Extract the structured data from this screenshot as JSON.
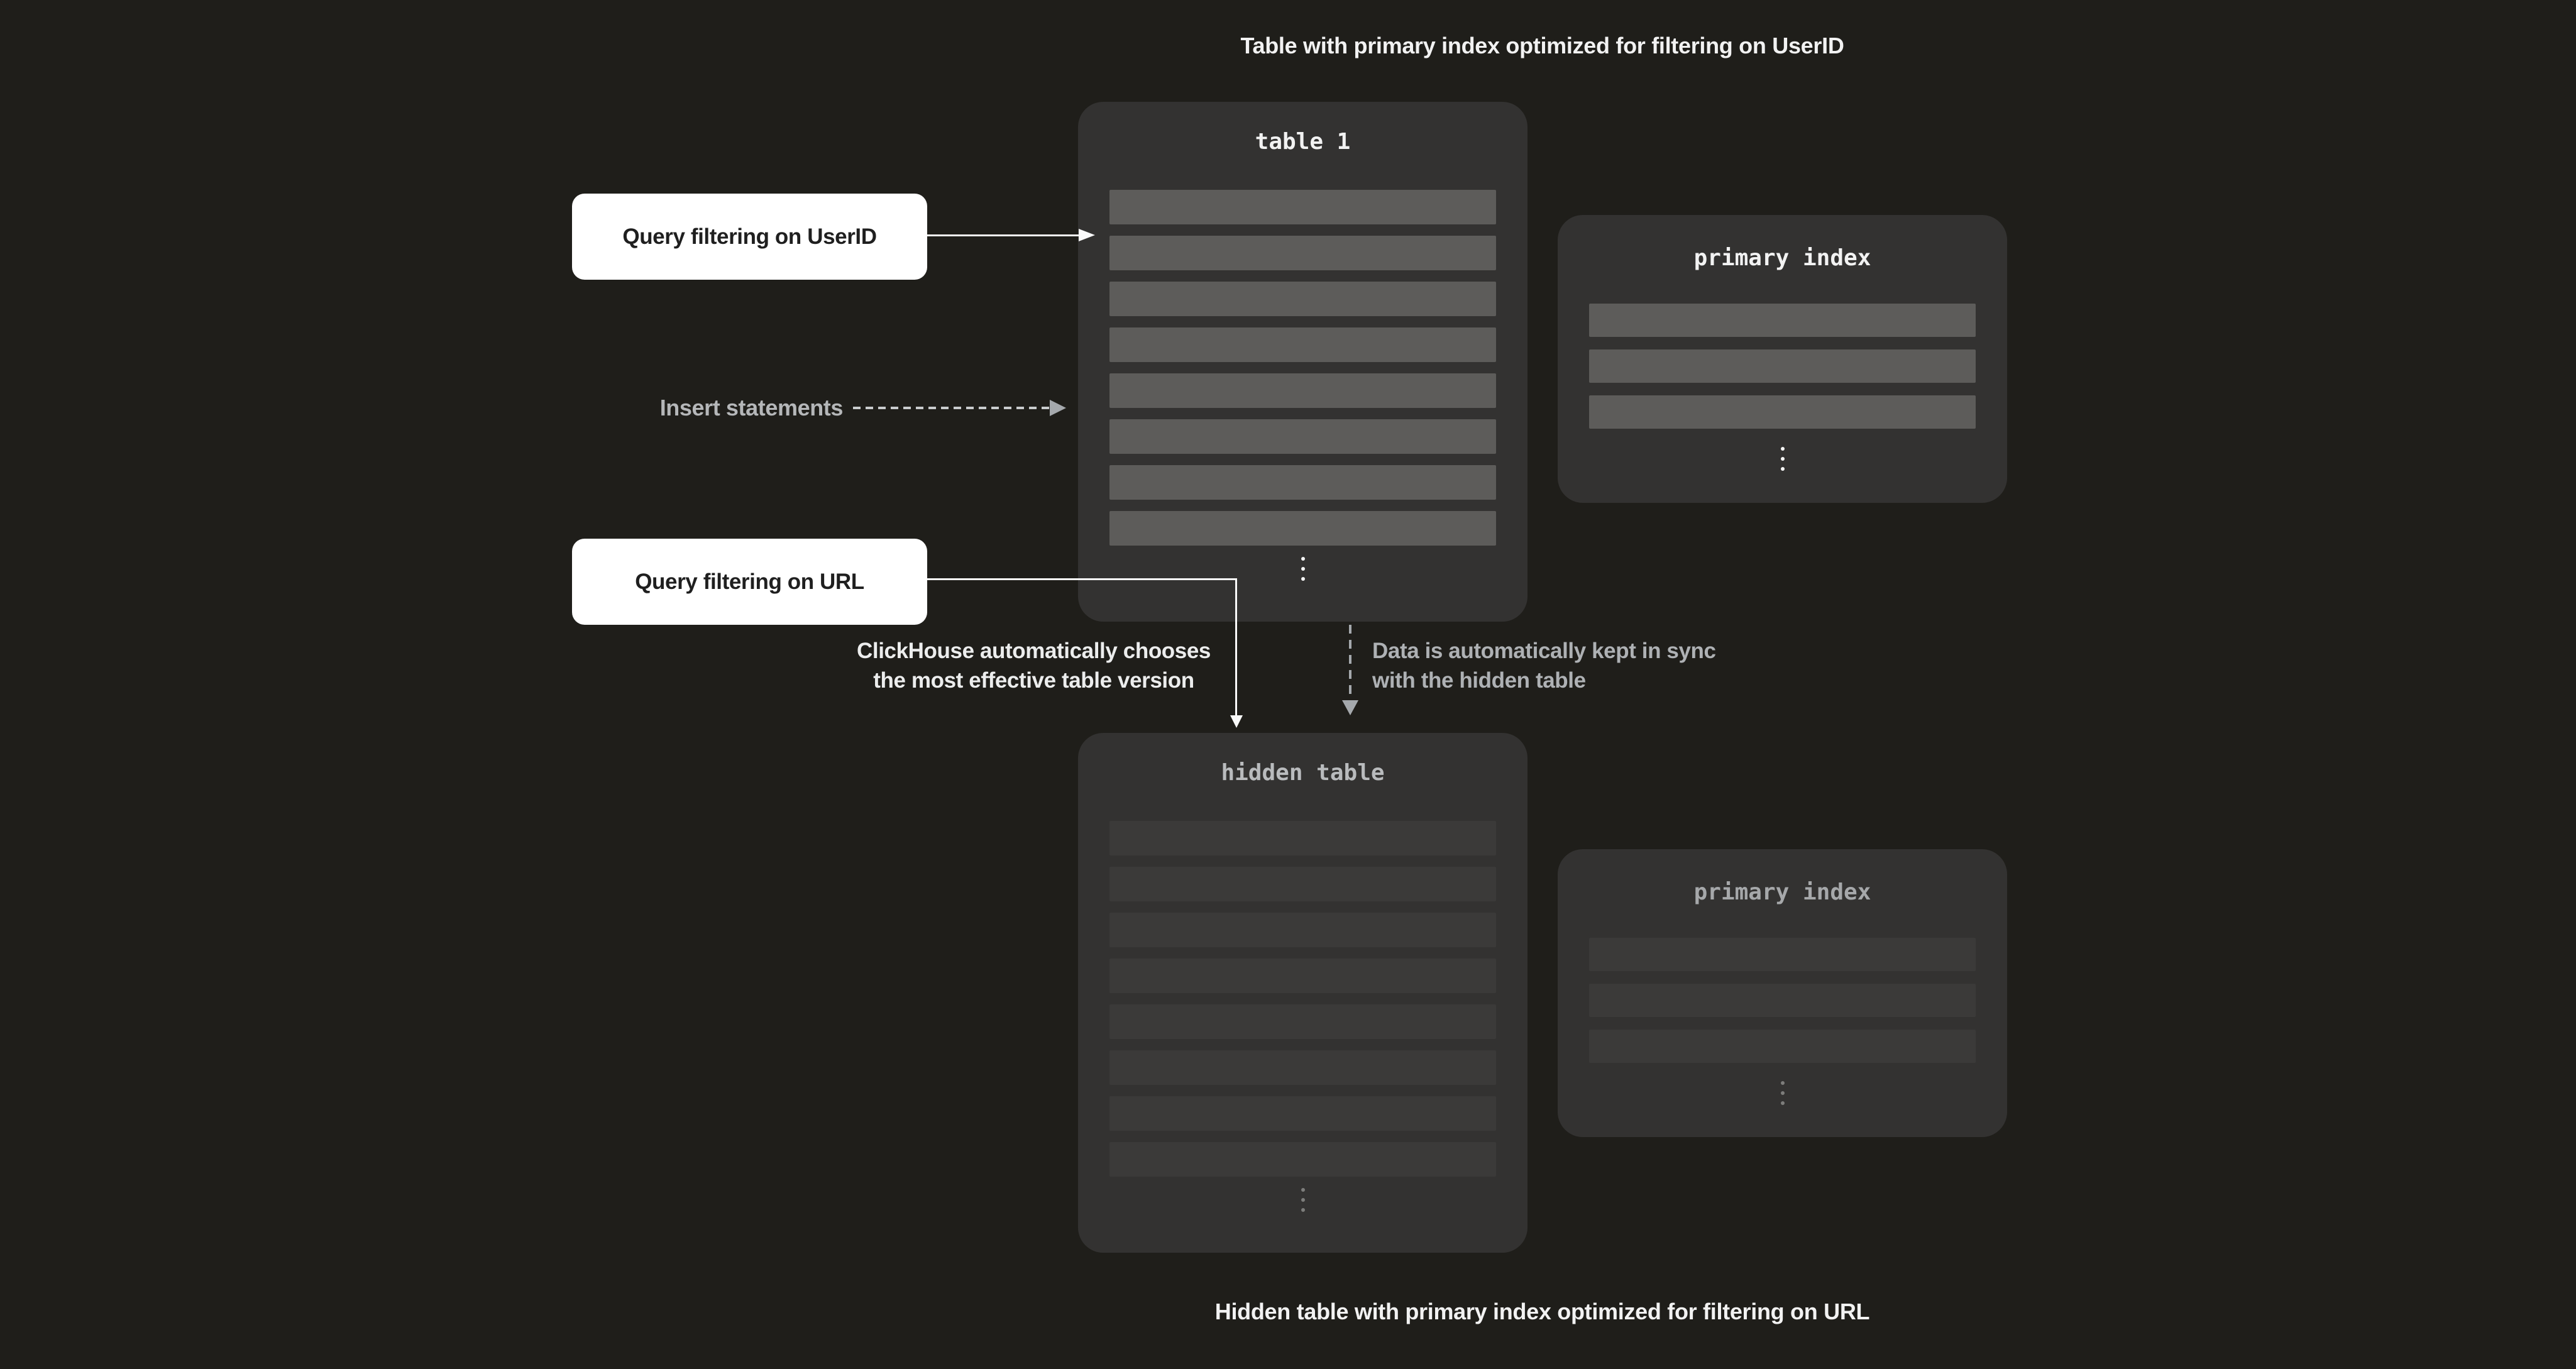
{
  "captions": {
    "top": "Table with primary index optimized for filtering on UserID",
    "bottom": "Hidden table with primary index optimized for filtering on URL"
  },
  "boxes": {
    "table1": {
      "title": "table 1",
      "row_count": 8
    },
    "hidden_table": {
      "title": "hidden table",
      "row_count": 8
    },
    "primary_index_top": {
      "title": "primary index",
      "row_count": 3
    },
    "primary_index_bottom": {
      "title": "primary index",
      "row_count": 3
    }
  },
  "labels": {
    "query_userid": "Query filtering on UserID",
    "query_url": "Query filtering on URL",
    "insert": "Insert statements"
  },
  "notes": {
    "clickhouse_line1": "ClickHouse automatically chooses",
    "clickhouse_line2": "the most effective table version",
    "sync_line1": "Data is automatically kept in sync",
    "sync_line2": "with the hidden table"
  },
  "colors": {
    "bg": "#1F1E1A",
    "box": "#333231",
    "row_bright": "#5D5C5A",
    "row_dim": "#3B3A39",
    "text_bright": "#F2F2F2",
    "text_gray": "#B5B7B9",
    "title_dim": "#B9BBBD",
    "title_dim2": "#A6A8AA",
    "label_bg": "#FFFFFF",
    "label_text": "#1F1F1F",
    "line": "#FAFAFA",
    "dash_light": "#C9CCCE",
    "dash_gray": "#A5A9AD",
    "note_bright": "#ECEDED",
    "note_gray": "#AEB1B4",
    "dot_bright": "#F5F5F5",
    "dot_dim": "#7D7D7B"
  }
}
